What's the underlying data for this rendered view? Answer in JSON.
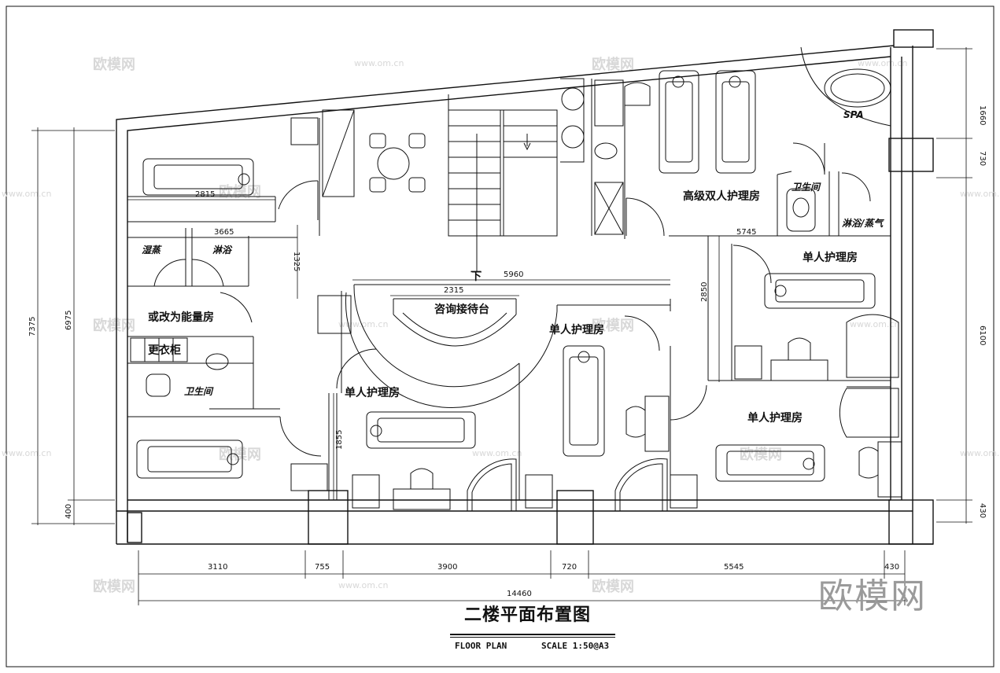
{
  "title": "二楼平面布置图",
  "subtitle": {
    "plan": "FLOOR PLAN",
    "scale": "SCALE 1:50@A3"
  },
  "brand": "欧模网",
  "watermark": {
    "logo": "欧模网",
    "url": "www.om.cn"
  },
  "rooms": {
    "deluxe_double": "高级双人护理房",
    "single_a": "单人护理房",
    "single_b": "单人护理房",
    "single_c": "单人护理房",
    "single_d": "单人护理房",
    "reception": "咨询接待台",
    "energy_room": "或改为能量房",
    "locker": "更衣柜",
    "wc_left": "卫生间",
    "wc_right": "卫生间",
    "shower_steam": "淋浴/蒸气",
    "steam": "湿蒸",
    "shower": "淋浴",
    "spa": "SPA",
    "stair_down": "下"
  },
  "dimensions": {
    "bottom": [
      "3110",
      "755",
      "3900",
      "720",
      "5545",
      "430"
    ],
    "total": "14460",
    "left_outer": "7375",
    "left_inner": "6975",
    "left_bottom": "400",
    "right": [
      "1660",
      "730",
      "6100",
      "430"
    ],
    "inner": {
      "d2815": "2815",
      "d3665": "3665",
      "d1325": "1325",
      "d5960": "5960",
      "d2315": "2315",
      "d5745": "5745",
      "d2850": "2850",
      "d1855": "1855"
    }
  }
}
